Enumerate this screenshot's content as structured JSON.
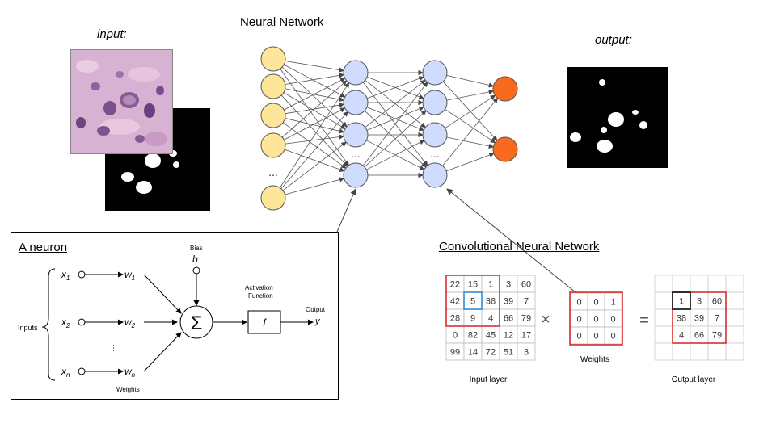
{
  "labels": {
    "input": "input:",
    "output": "output:",
    "neural_network": "Neural Network",
    "cnn": "Convolutional Neural Network",
    "dots": "...",
    "ellipsis": "…"
  },
  "neuron": {
    "title": "A neuron",
    "bias_label": "Bias",
    "bias_symbol": "b",
    "inputs_label": "Inputs",
    "x1": "x",
    "x1_sub": "1",
    "x2": "x",
    "x2_sub": "2",
    "xn": "x",
    "xn_sub": "n",
    "w1": "w",
    "w1_sub": "1",
    "w2": "w",
    "w2_sub": "2",
    "wn": "w",
    "wn_sub": "n",
    "sum_symbol": "Σ",
    "activation_label_1": "Activation",
    "activation_label_2": "Function",
    "f_symbol": "f",
    "output_label": "Output",
    "y_symbol": "y",
    "weights_label": "Weights"
  },
  "cnn": {
    "input_matrix": [
      [
        "22",
        "15",
        "1",
        "3",
        "60"
      ],
      [
        "42",
        "5",
        "38",
        "39",
        "7"
      ],
      [
        "28",
        "9",
        "4",
        "66",
        "79"
      ],
      [
        "0",
        "82",
        "45",
        "12",
        "17"
      ],
      [
        "99",
        "14",
        "72",
        "51",
        "3"
      ]
    ],
    "weights_matrix": [
      [
        "0",
        "0",
        "1"
      ],
      [
        "0",
        "0",
        "0"
      ],
      [
        "0",
        "0",
        "0"
      ]
    ],
    "output_matrix": [
      [
        "1",
        "3",
        "60"
      ],
      [
        "38",
        "39",
        "7"
      ],
      [
        "4",
        "66",
        "79"
      ]
    ],
    "times_symbol": "×",
    "equals_symbol": "=",
    "input_caption": "Input layer",
    "weights_caption": "Weights",
    "output_caption": "Output layer"
  },
  "colors": {
    "input_node_fill": "#fde59a",
    "hidden_node_fill": "#cfdcfd",
    "output_node_fill": "#f86a1e",
    "node_stroke": "#555555",
    "red_box": "#d9302e",
    "blue_box": "#2e8bd9"
  }
}
